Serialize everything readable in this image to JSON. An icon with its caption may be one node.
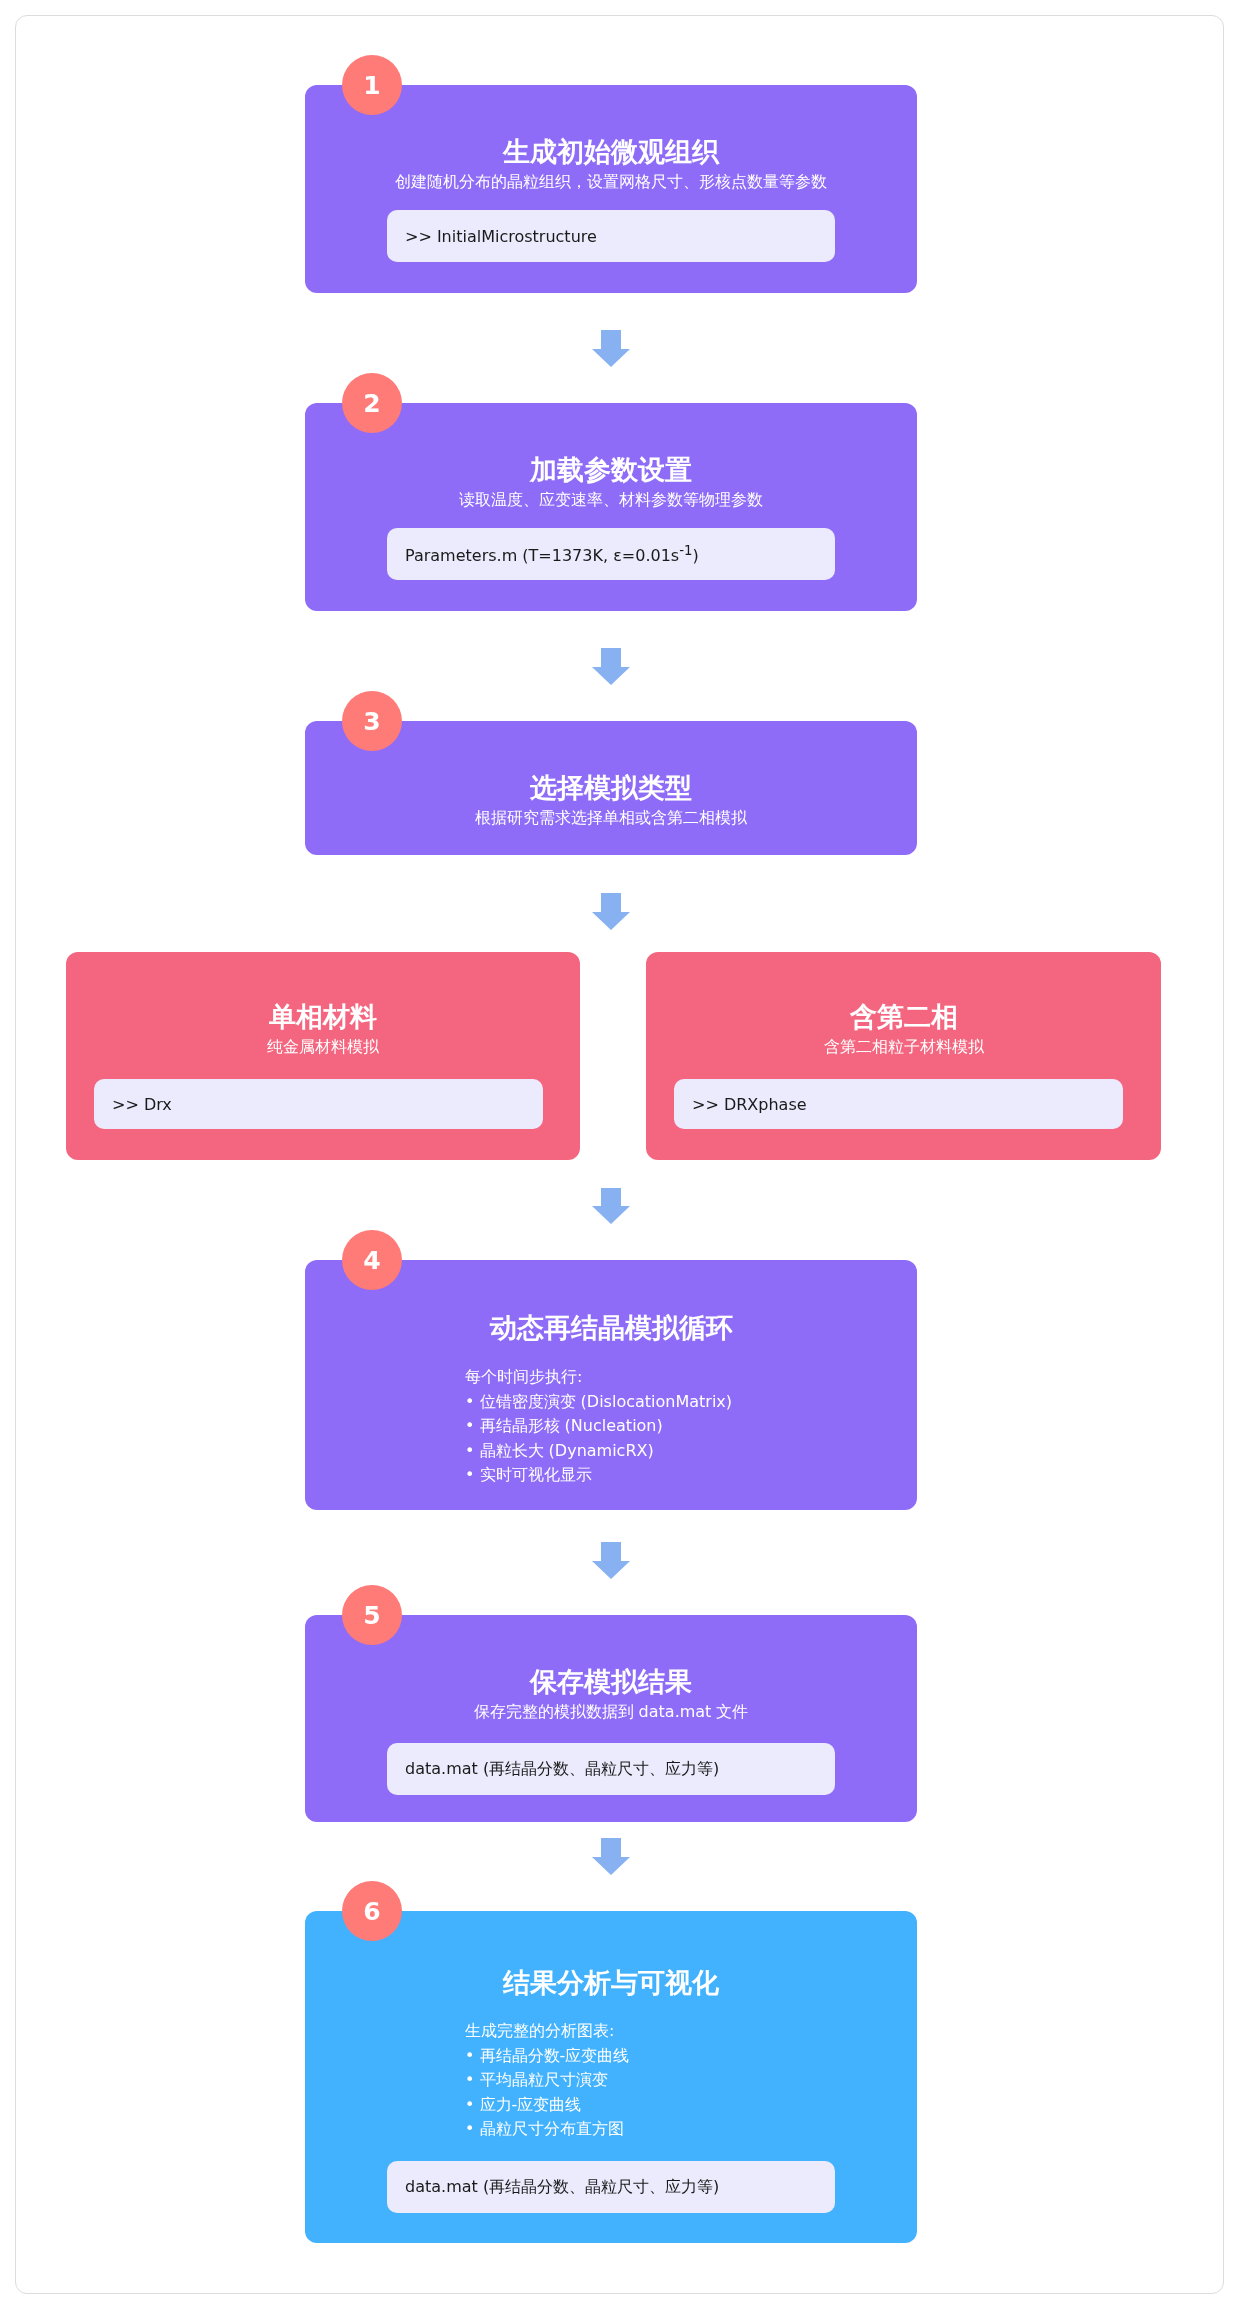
{
  "diagram": {
    "nodes": [
      {
        "text": [
          "生成初始微观组织",
          "创建随机分布的晶粒组织，设置网格尺寸、形核点数量等参数"
        ]
      },
      {
        "text": [
          "1"
        ]
      },
      {
        "text": [
          ">> InitialMicrostructure"
        ],
        "in": 0
      },
      {
        "text": [
          "加载参数设置",
          "读取温度、应变速率、材料参数等物理参数"
        ]
      },
      {
        "text": [
          "2"
        ]
      },
      {
        "text": [
          "Parameters.m (T=1373K, ε=0.01s$^{-1}$)"
        ],
        "in": 3
      },
      {
        "text": [
          "选择模拟类型",
          "根据研究需求选择单相或含第二相模拟"
        ]
      },
      {
        "text": [
          "3"
        ]
      },
      {
        "text": [
          "单相材料",
          "纯金属材料模拟"
        ]
      },
      {
        "text": [
          ">> Drx"
        ],
        "in": 8
      },
      {
        "text": [
          "含第二相",
          "含第二相粒子材料模拟"
        ]
      },
      {
        "text": [
          ">> DRXphase"
        ],
        "in": 10
      },
      {
        "text": [
          "动态再结晶模拟循环",
          "每个时间步执行:",
          "• 位错密度演变 (DislocationMatrix)",
          "• 再结晶形核 (Nucleation)",
          "• 晶粒长大 (DynamicRX)",
          "• 实时可视化显示"
        ]
      },
      {
        "text": [
          "4"
        ]
      },
      {
        "text": [
          "保存模拟结果",
          "保存完整的模拟数据到 data.mat 文件"
        ]
      },
      {
        "text": [
          "5"
        ]
      },
      {
        "text": [
          "data.mat (再结晶分数、晶粒尺寸、应力等)"
        ],
        "in": 14
      },
      {
        "text": [
          "结果分析与可视化",
          "生成完整的分析图表:",
          "• 再结晶分数-应变曲线",
          "• 平均晶粒尺寸演变",
          "• 应力-应变曲线",
          "• 晶粒尺寸分布直方图"
        ]
      },
      {
        "text": [
          "6"
        ]
      },
      {
        "text": [
          "data.mat (再结晶分数、晶粒尺寸、应力等)"
        ],
        "in": 17
      }
    ],
    "edges": [
      {
        "from": 0,
        "to": 3,
        "arrow": "to"
      },
      {
        "from": 3,
        "to": 6,
        "arrow": "to"
      },
      {
        "from": 6,
        "to": null,
        "arrow": "to"
      },
      {
        "from": null,
        "to": 12,
        "arrow": "to"
      },
      {
        "from": 12,
        "to": 14,
        "arrow": "to"
      },
      {
        "from": 14,
        "to": 17,
        "arrow": "to"
      }
    ]
  }
}
